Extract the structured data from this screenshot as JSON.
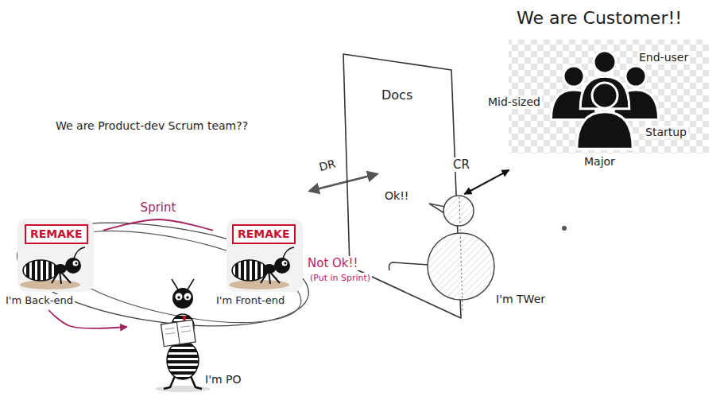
{
  "diagram": {
    "nodes": [
      {
        "text": [
          "We are Customer!!",
          "End-user",
          "Mid-sized",
          "Startup",
          "Major"
        ]
      },
      {
        "text": [
          "Docs"
        ]
      },
      {
        "text": [
          "I'm TWer"
        ]
      },
      {
        "text": [
          "REMAKE",
          "I'm Back-end"
        ]
      },
      {
        "text": [
          "REMAKE",
          "I'm Front-end"
        ]
      },
      {
        "text": [
          "I'm PO"
        ]
      }
    ],
    "edges": [
      {
        "from": 2,
        "to": 0,
        "label": "CR",
        "arrow": "both"
      },
      {
        "from": 3,
        "to": 4,
        "label": "Sprint",
        "arrow": "none"
      },
      {
        "from": 3,
        "to": 5,
        "arrow": "to"
      }
    ],
    "labels": [
      "We are Product-dev Scrum team??",
      "DR",
      "Ok!!",
      "Not Ok!!",
      "(Put in Sprint)"
    ]
  }
}
